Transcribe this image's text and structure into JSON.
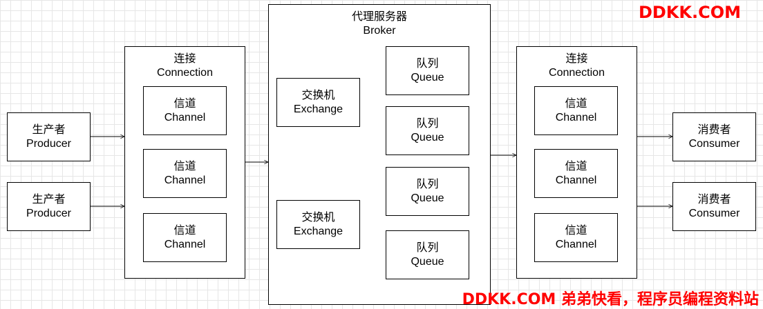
{
  "broker": {
    "zh": "代理服务器",
    "en": "Broker"
  },
  "producers": [
    {
      "zh": "生产者",
      "en": "Producer"
    },
    {
      "zh": "生产者",
      "en": "Producer"
    }
  ],
  "producer_connection": {
    "zh": "连接",
    "en": "Connection",
    "channels": [
      {
        "zh": "信道",
        "en": "Channel"
      },
      {
        "zh": "信道",
        "en": "Channel"
      },
      {
        "zh": "信道",
        "en": "Channel"
      }
    ]
  },
  "exchanges": [
    {
      "zh": "交换机",
      "en": "Exchange"
    },
    {
      "zh": "交换机",
      "en": "Exchange"
    }
  ],
  "queues": [
    {
      "zh": "队列",
      "en": "Queue"
    },
    {
      "zh": "队列",
      "en": "Queue"
    },
    {
      "zh": "队列",
      "en": "Queue"
    },
    {
      "zh": "队列",
      "en": "Queue"
    }
  ],
  "consumer_connection": {
    "zh": "连接",
    "en": "Connection",
    "channels": [
      {
        "zh": "信道",
        "en": "Channel"
      },
      {
        "zh": "信道",
        "en": "Channel"
      },
      {
        "zh": "信道",
        "en": "Channel"
      }
    ]
  },
  "consumers": [
    {
      "zh": "消费者",
      "en": "Consumer"
    },
    {
      "zh": "消费者",
      "en": "Consumer"
    }
  ],
  "watermark": {
    "top": "DDKK.COM",
    "bottom": "DDKK.COM 弟弟快看，程序员编程资料站"
  },
  "colors": {
    "line": "#000000",
    "watermark": "#ff0000",
    "grid": "#e6e6e6"
  }
}
